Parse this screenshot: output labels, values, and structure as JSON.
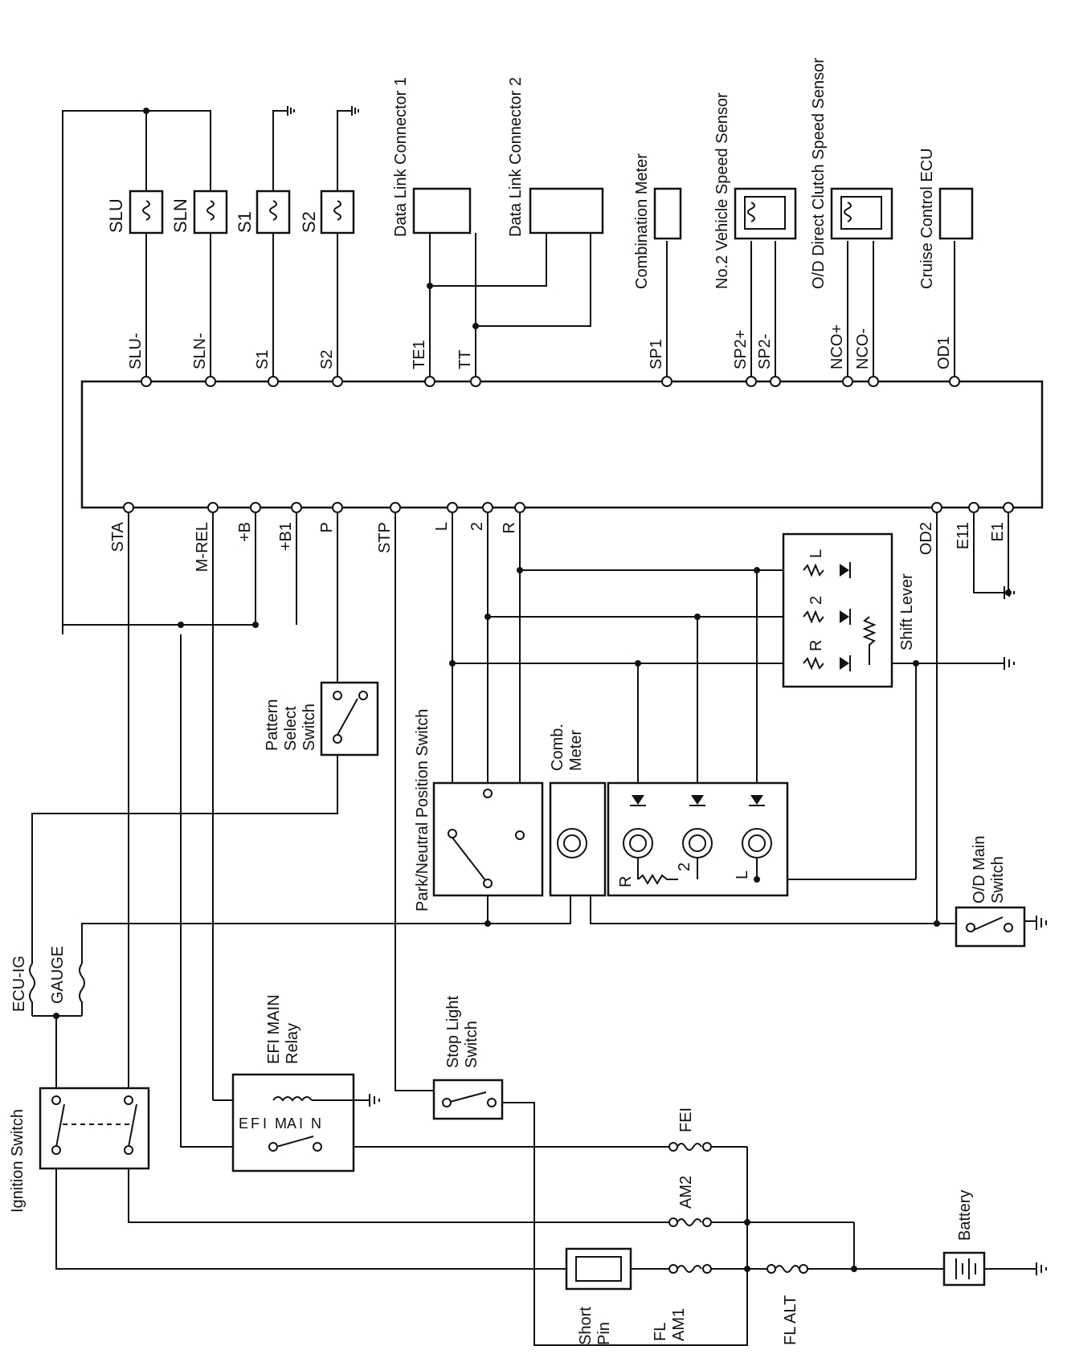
{
  "components": {
    "slu": "SLU",
    "sln": "SLN",
    "s1": "S1",
    "s2": "S2",
    "data_link_1": "Data Link Connector 1",
    "data_link_2": "Data Link Connector 2",
    "combination_meter": "Combination Meter",
    "no2_vss": "No.2 Vehicle Speed Sensor",
    "od_direct_clutch": "O/D Direct Clutch Speed Sensor",
    "cruise_control": "Cruise Control ECU",
    "shift_lever": "Shift Lever",
    "pattern_select": [
      "Pattern",
      "Select",
      "Switch"
    ],
    "park_neutral": "Park/Neutral Position Switch",
    "comb_meter": [
      "Comb.",
      "Meter"
    ],
    "od_main": [
      "O/D Main",
      "Switch"
    ],
    "stop_light": [
      "Stop Light",
      "Switch"
    ],
    "efi_main": [
      "EFI MAIN",
      "Relay"
    ],
    "efi_letters": [
      "E",
      "F",
      "I",
      "M",
      "A",
      "I",
      "N"
    ],
    "ignition": "Ignition Switch",
    "battery": "Battery",
    "short_pin": [
      "Short",
      "Pin"
    ]
  },
  "fuses": {
    "ecu_ig": "ECU-IG",
    "gauge": "GAUGE",
    "fei": "FEI",
    "am2": "AM2",
    "fl_am1": [
      "FL",
      "AM1"
    ],
    "fl_alt": "FL ALT"
  },
  "ecu_top_terminals": [
    "SLU-",
    "SLN-",
    "S1",
    "S2",
    "TE1",
    "TT",
    "SP1",
    "SP2+",
    "SP2-",
    "NCO+",
    "NCO-",
    "OD1"
  ],
  "ecu_bottom_terminals": [
    "STA",
    "M-REL",
    "+B",
    "+B1",
    "P",
    "STP",
    "L",
    "2",
    "R",
    "OD2",
    "E11",
    "E1"
  ],
  "shift_lever_positions": [
    "L",
    "2",
    "R"
  ],
  "meter_indicators": [
    "R",
    "2",
    "L"
  ]
}
